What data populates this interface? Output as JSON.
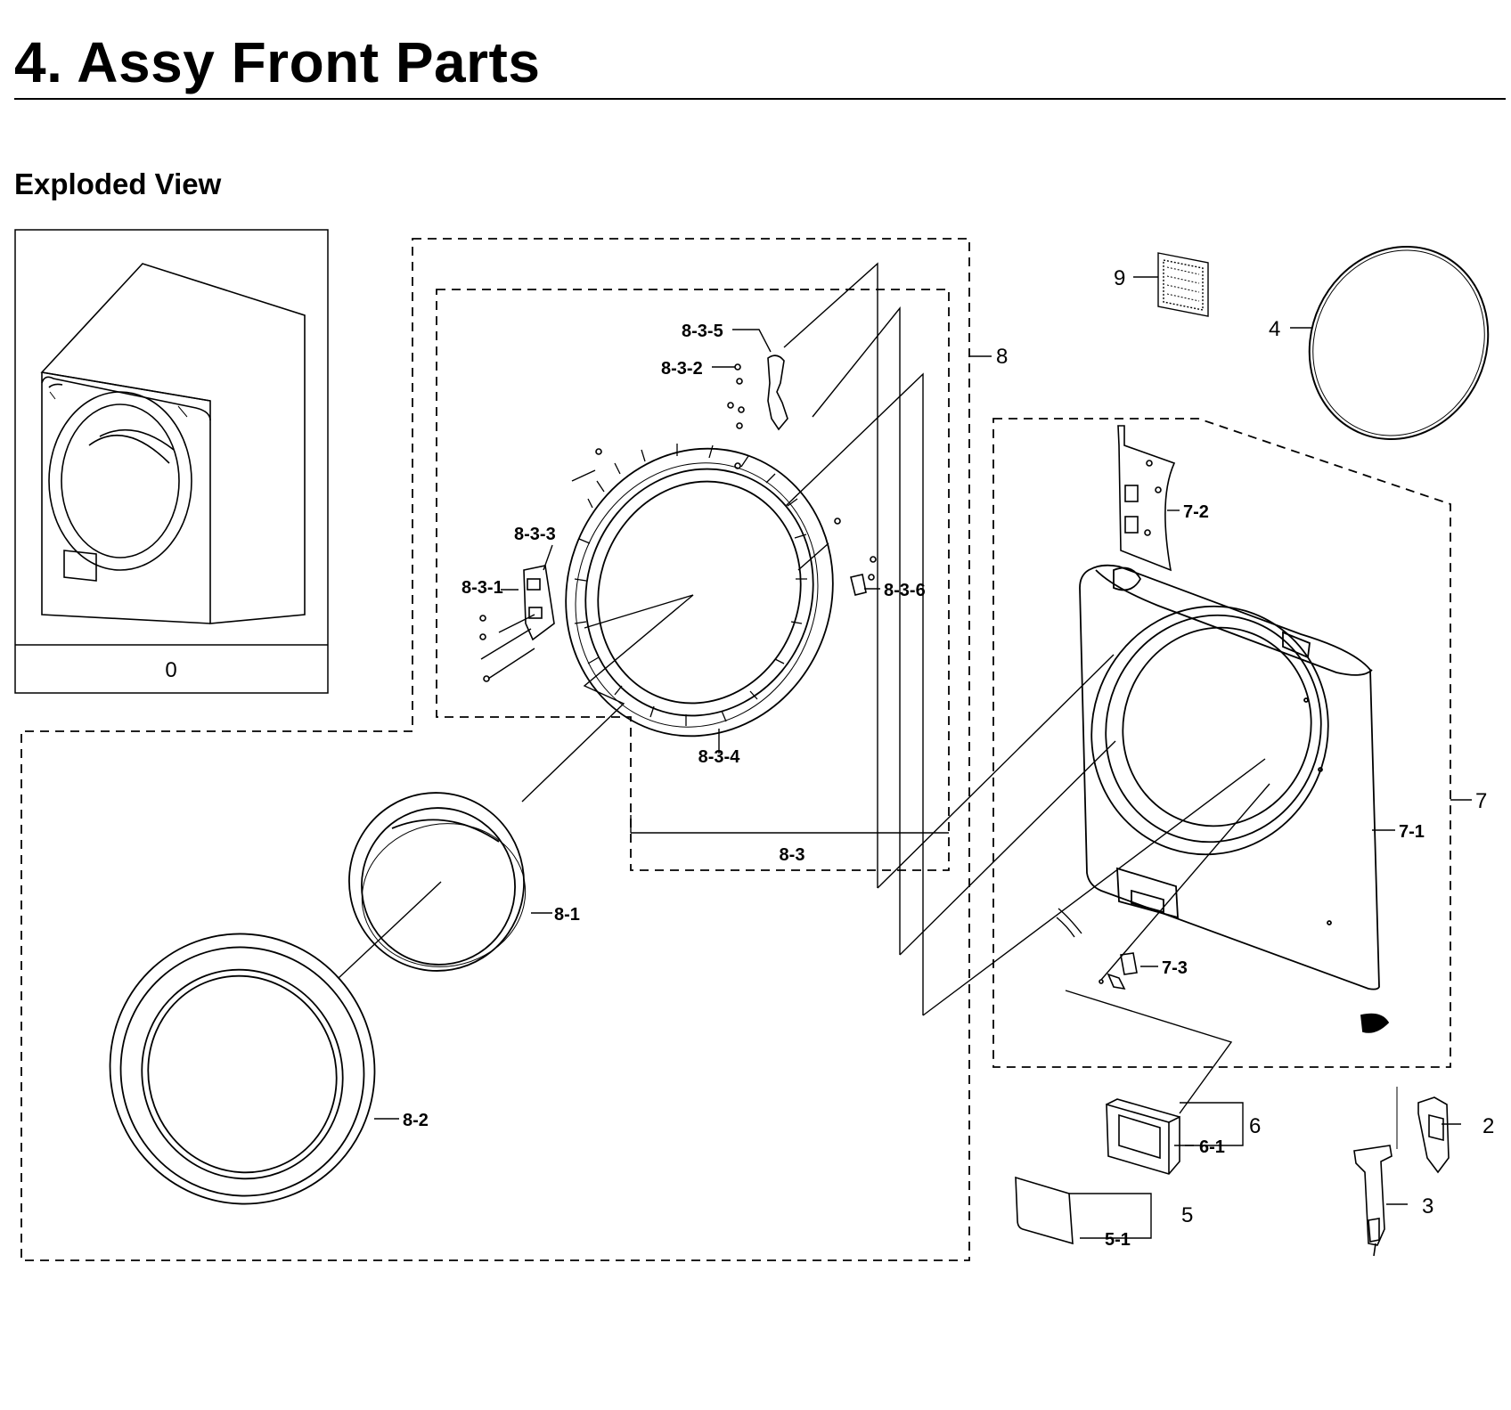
{
  "header": {
    "title": "4.  Assy Front Parts",
    "subtitle": "Exploded View"
  },
  "diagram": {
    "labels": {
      "overview": "0",
      "door_assy": "8",
      "door_inner": "8-3",
      "door_glass": "8-1",
      "door_outer": "8-2",
      "hinge": "8-3-5",
      "hinge_screw": "8-3-2",
      "hinge_plate": "8-3-3",
      "hinge_plate_screw": "8-3-1",
      "door_frame": "8-3-4",
      "door_hook": "8-3-6",
      "filter": "9",
      "gasket_wire": "4",
      "front_panel_assy": "7",
      "front_panel": "7-1",
      "front_bracket": "7-2",
      "door_lock": "7-3",
      "filter_case": "6",
      "filter_case_part": "6-1",
      "filter_cover": "5",
      "filter_cover_part": "5-1",
      "part_2": "2",
      "part_3": "3"
    }
  }
}
